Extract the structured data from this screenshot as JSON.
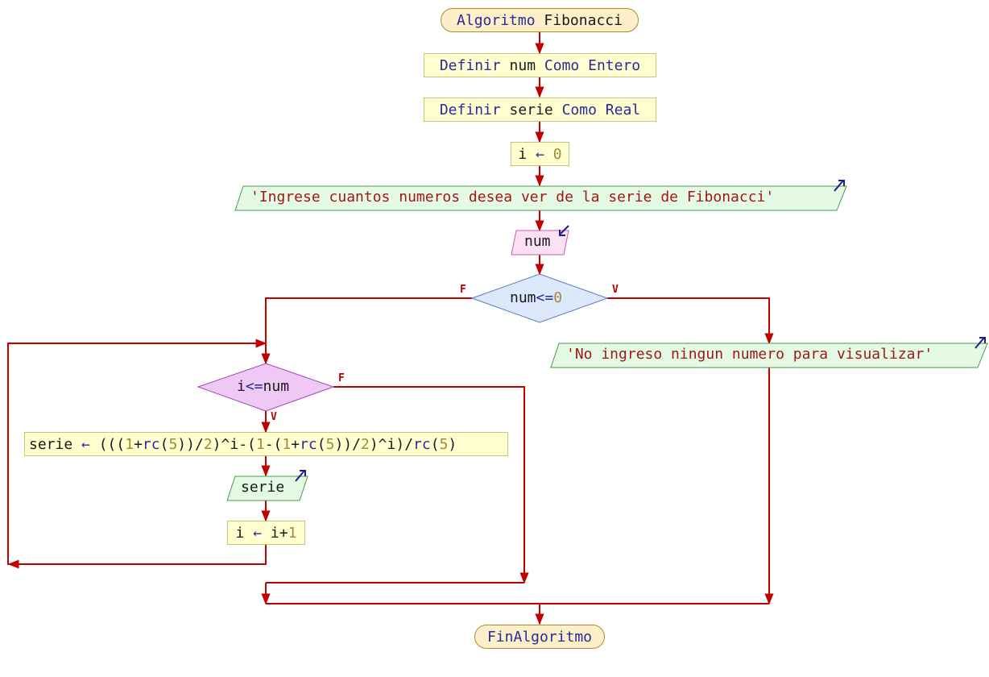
{
  "start": {
    "kw": "Algoritmo",
    "name": "Fibonacci"
  },
  "def1": {
    "kw1": "Definir",
    "var": "num",
    "kw2": "Como",
    "type": "Entero"
  },
  "def2": {
    "kw1": "Definir",
    "var": "serie",
    "kw2": "Como",
    "type": "Real"
  },
  "assign_init": {
    "var": "i",
    "arrow": "←",
    "value": "0"
  },
  "prompt_out": {
    "text": "'Ingrese cuantos numeros desea ver de la serie de Fibonacci'"
  },
  "read_num": {
    "var": "num"
  },
  "cond1": {
    "left": "num",
    "op": "<=",
    "right": "0"
  },
  "cond1_true": "V",
  "cond1_false": "F",
  "msg_out": {
    "text": "'No ingreso ningun numero para visualizar'"
  },
  "loop_cond": {
    "left": "i",
    "op": "<=",
    "right": "num"
  },
  "loop_true": "V",
  "loop_false": "F",
  "calc": {
    "var": "serie",
    "arrow": "←",
    "p1": "(((",
    "n1": "1",
    "o1": "+",
    "f1": "rc",
    "p2": "(",
    "n2": "5",
    "p3": "))/",
    "n3": "2",
    "p4": ")^",
    "v1": "i",
    "o2": "-(",
    "n4": "1",
    "o3": "-(",
    "n5": "1",
    "o4": "+",
    "f2": "rc",
    "p5": "(",
    "n6": "5",
    "p6": "))/",
    "n7": "2",
    "p7": ")^",
    "v2": "i",
    "p8": ")/",
    "f3": "rc",
    "p9": "(",
    "n8": "5",
    "p10": ")"
  },
  "serie_out": {
    "var": "serie"
  },
  "incr": {
    "var": "i",
    "arrow": "←",
    "var2": "i",
    "op": "+",
    "value": "1"
  },
  "end": {
    "kw": "FinAlgoritmo"
  },
  "colors": {
    "line": "#c00000",
    "io_out_fill": "#e4fae4",
    "io_out_stroke": "#4a9a4a",
    "read_fill": "#fde0f4",
    "decision1_fill": "#dde8fb",
    "decision2_fill": "#efc8f5",
    "io_arrow": "#1c1c8c"
  }
}
